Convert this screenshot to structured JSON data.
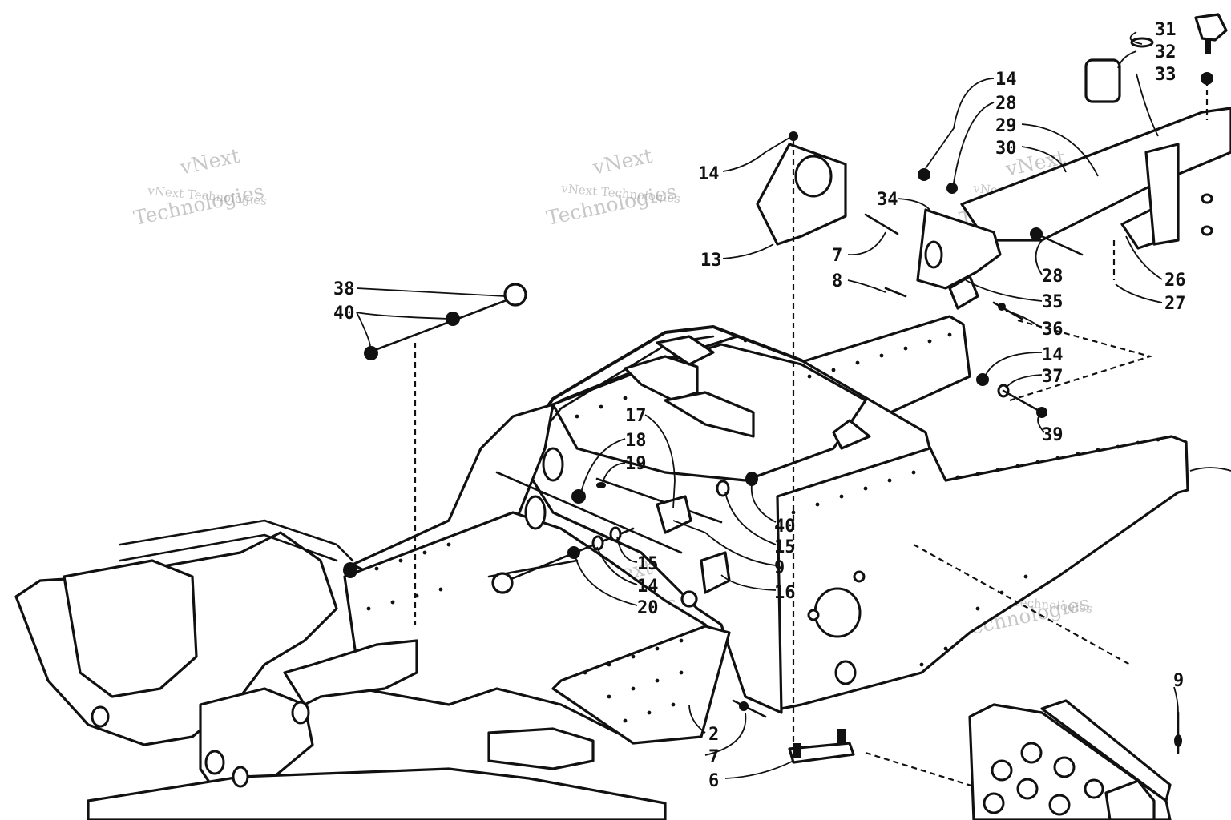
{
  "diagram": {
    "part_callouts": [
      "31",
      "32",
      "33",
      "14",
      "28",
      "29",
      "30",
      "34",
      "14",
      "13",
      "7",
      "8",
      "28",
      "35",
      "26",
      "27",
      "36",
      "14",
      "37",
      "39",
      "38",
      "40",
      "17",
      "18",
      "19",
      "40",
      "15",
      "9",
      "16",
      "15",
      "14",
      "20",
      "2",
      "7",
      "6",
      "9"
    ],
    "watermark": {
      "line1": "vNext Technologies",
      "line2": "vNext",
      "line3": "Technologies"
    }
  }
}
